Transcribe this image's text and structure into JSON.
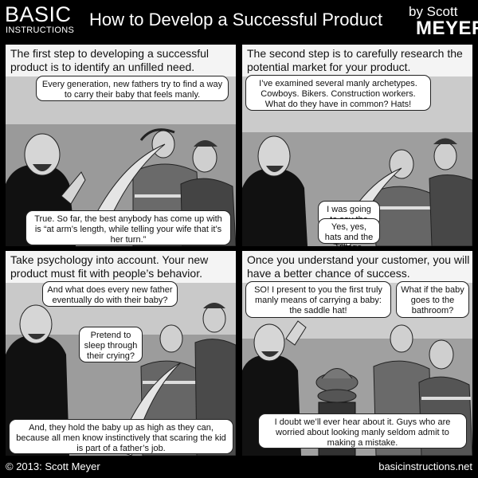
{
  "header": {
    "logo_big": "BASIC",
    "logo_small": "INSTRUCTIONS",
    "title": "How to Develop a Successful Product",
    "by": "by Scott",
    "author": "MEYER"
  },
  "panels": [
    {
      "caption": "The first step to developing a successful product is to identify an unfilled need.",
      "bubbles": [
        "Every generation, new fathers try to find a way to carry their baby that feels manly.",
        "True. So far, the best anybody has come up with is “at arm’s length, while telling your wife that it’s her turn.”"
      ]
    },
    {
      "caption": "The second step is to carefully research the potential market for your product.",
      "bubbles": [
        "I’ve examined several manly archetypes. Cowboys. Bikers. Construction workers. What do they have in common? Hats!",
        "I was going to say the",
        "Yes, yes, hats and the Village People."
      ]
    },
    {
      "caption": "Take psychology into account. Your new product must fit with people’s behavior.",
      "bubbles": [
        "And what does every new father eventually do with their baby?",
        "Pretend to sleep through their crying?",
        "And, they hold the baby up as high as they can, because all men know instinctively that scaring the kid is part of a father’s job."
      ]
    },
    {
      "caption": "Once you understand your customer, you will have a better chance of success.",
      "bubbles": [
        "SO! I present to you the first truly manly means of carrying a baby: the saddle hat!",
        "What if the baby goes to the bathroom?",
        "I doubt we’ll ever hear about it. Guys who are worried about looking manly seldom admit to making a mistake."
      ]
    }
  ],
  "footer": {
    "copyright": "© 2013: Scott Meyer",
    "site": "basicinstructions.net"
  }
}
